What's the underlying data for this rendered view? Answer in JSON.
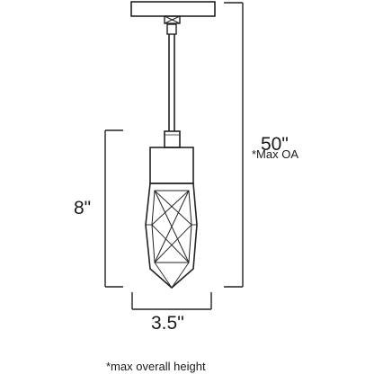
{
  "dimensions": {
    "overall_height": "50\"",
    "overall_height_note": "*Max OA",
    "fixture_height": "8\"",
    "fixture_width": "3.5\""
  },
  "footnote": "*max overall height",
  "colors": {
    "line": "#222222",
    "text": "#1a1a1a",
    "background": "#ffffff"
  }
}
